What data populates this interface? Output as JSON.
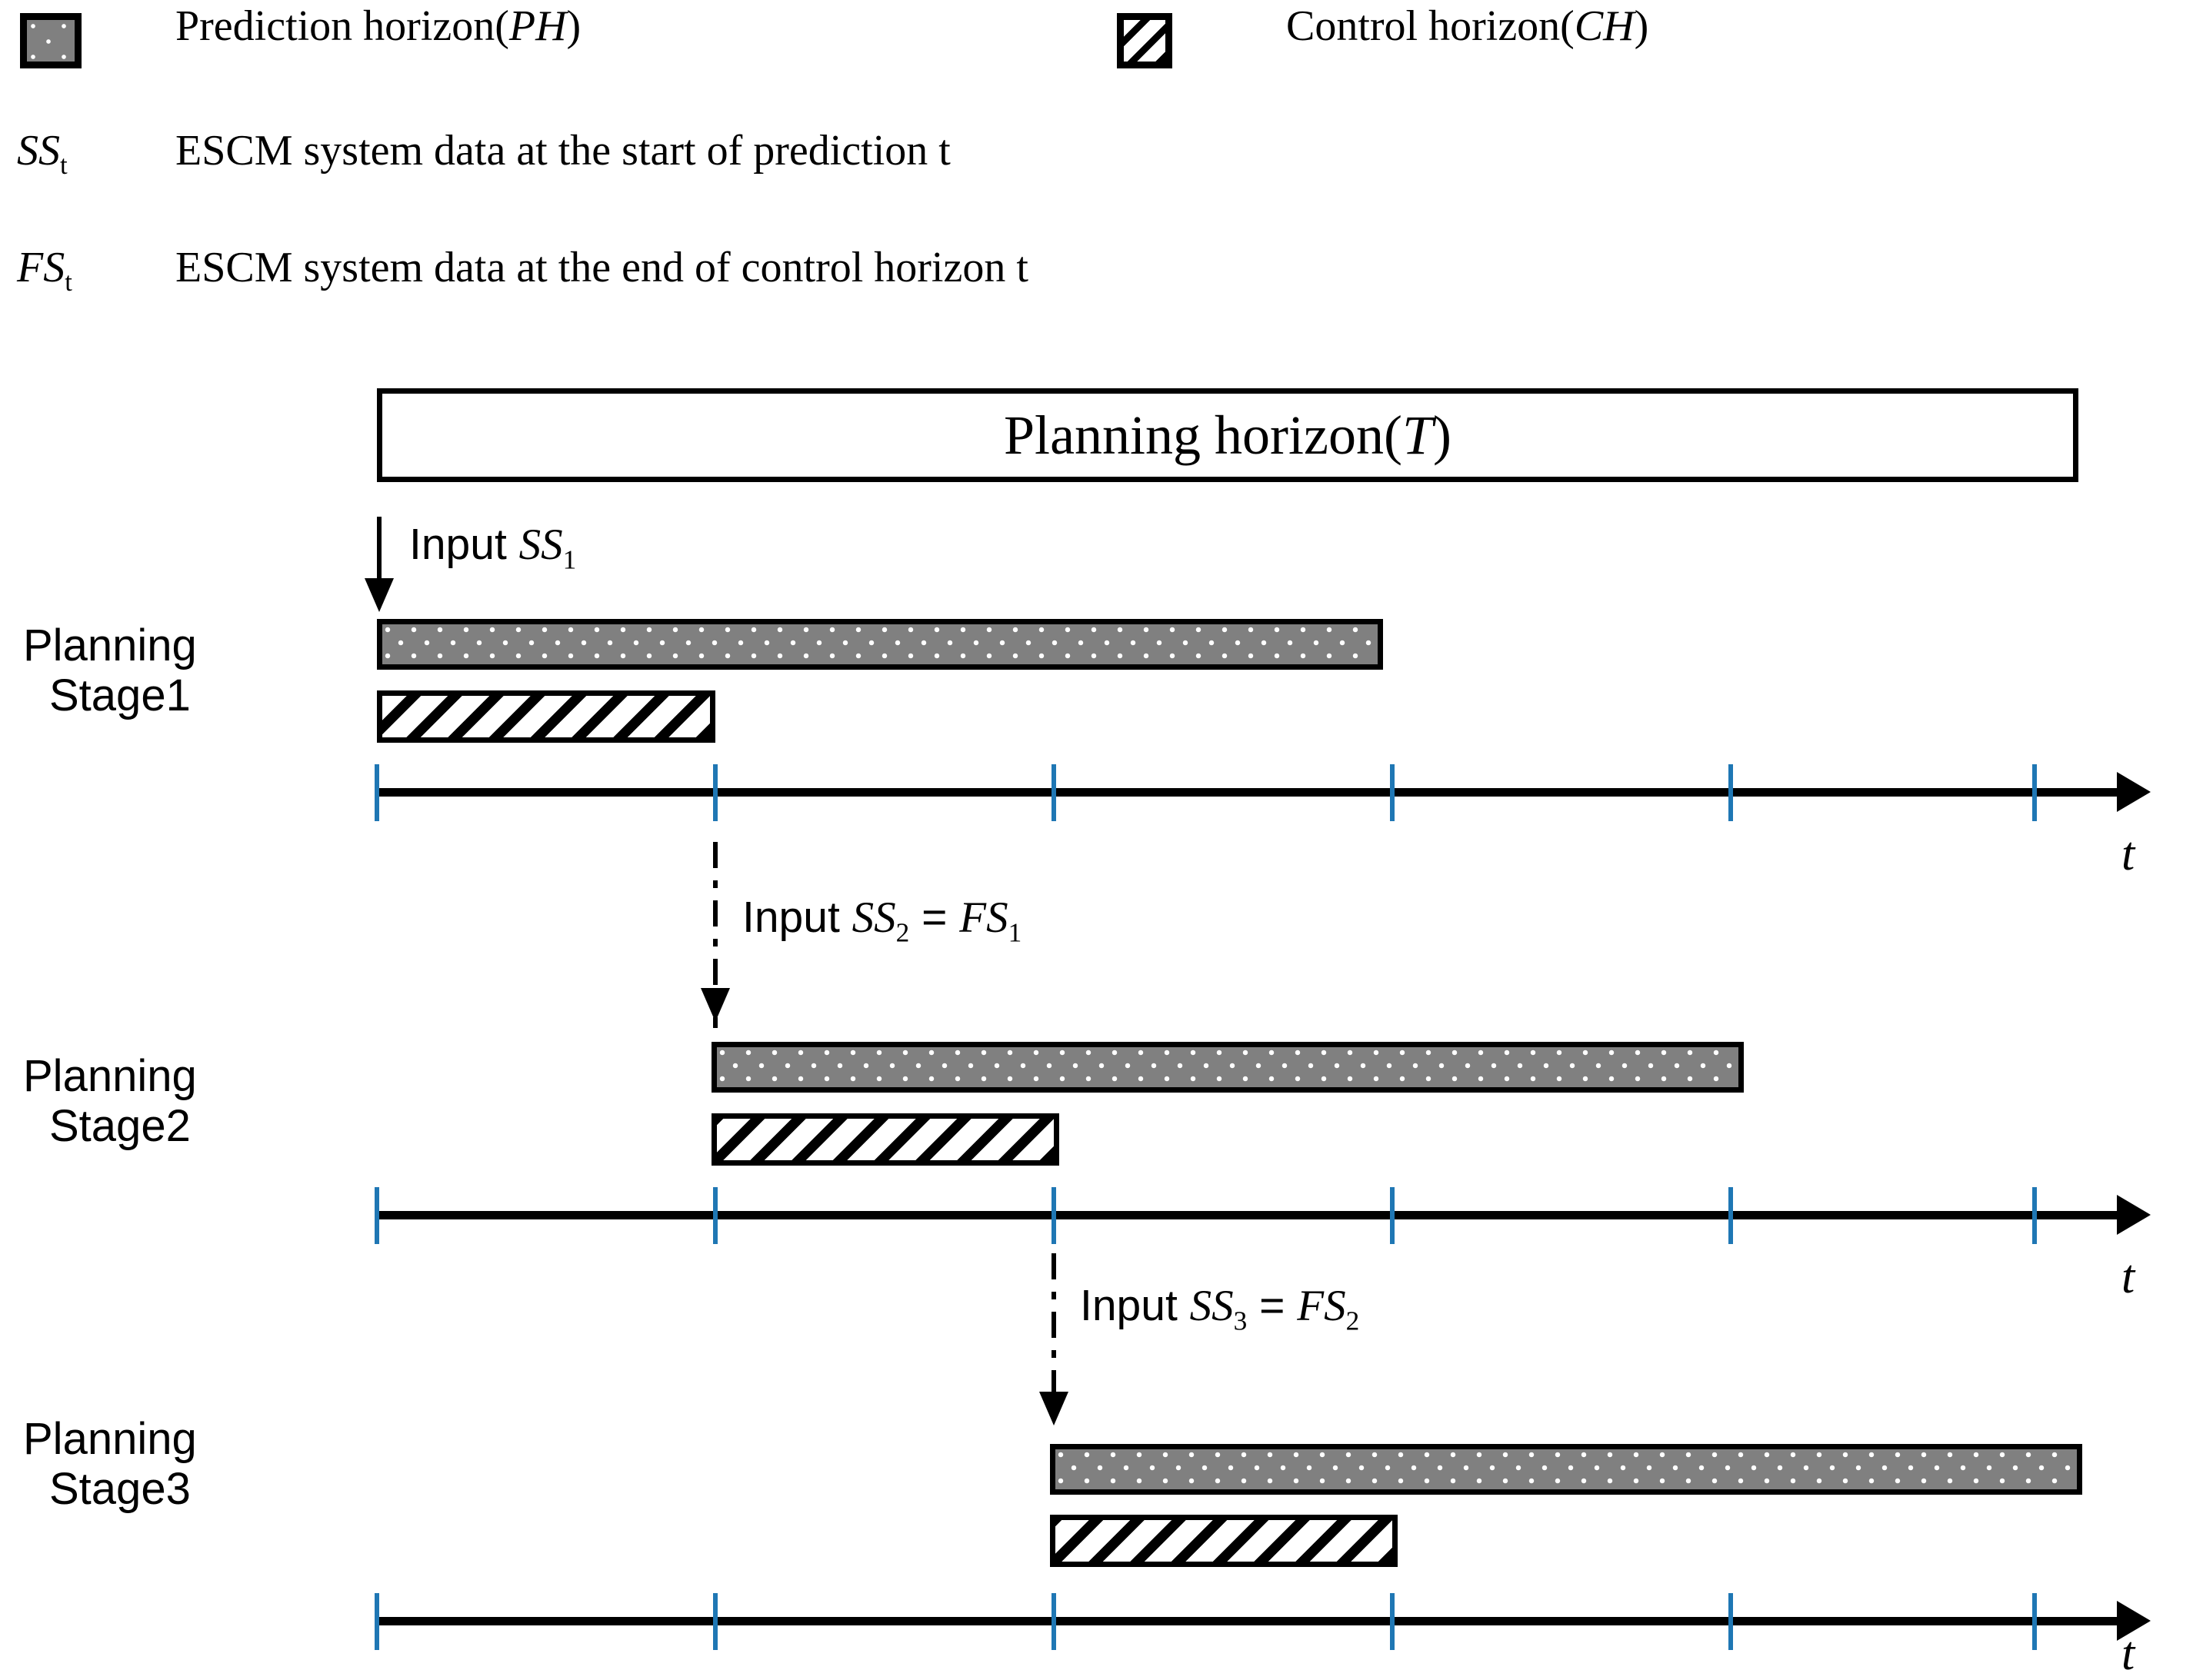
{
  "legend": {
    "items": [
      {
        "swatch": "dotted-gray",
        "text_plain": "Prediction horizon(",
        "text_math": "PH",
        "text_tail": ")"
      },
      {
        "swatch": "diagonal-hatch",
        "text_plain": "Control horizon(",
        "text_math": "CH",
        "text_tail": ")"
      }
    ],
    "definitions": [
      {
        "symbol": "SS",
        "symbol_sub": "t",
        "description": "ESCM system data at the start of prediction  t"
      },
      {
        "symbol": "FS",
        "symbol_sub": "t",
        "description": "ESCM system data at the end of control horizon t"
      }
    ]
  },
  "planning_horizon": {
    "label_plain": "Planning horizon(",
    "label_math": "T",
    "label_tail": ")"
  },
  "axis": {
    "label": "t",
    "tick_count": 6
  },
  "stages": [
    {
      "label_line1": "Planning",
      "label_line2": "Stage1",
      "input_prefix": "Input ",
      "input_math": "SS",
      "input_sub": "1",
      "input_equals": "",
      "input_math2": "",
      "input_sub2": "",
      "arrow_style": "solid",
      "prediction_horizon_bar": "dotted-gray",
      "control_horizon_bar": "diagonal-hatch"
    },
    {
      "label_line1": "Planning",
      "label_line2": "Stage2",
      "input_prefix": "Input ",
      "input_math": "SS",
      "input_sub": "2",
      "input_equals": " = ",
      "input_math2": "FS",
      "input_sub2": "1",
      "arrow_style": "dash-dot",
      "prediction_horizon_bar": "dotted-gray",
      "control_horizon_bar": "diagonal-hatch"
    },
    {
      "label_line1": "Planning",
      "label_line2": "Stage3",
      "input_prefix": "Input ",
      "input_math": "SS",
      "input_sub": "3",
      "input_equals": " = ",
      "input_math2": "FS",
      "input_sub2": "2",
      "arrow_style": "dash-dot",
      "prediction_horizon_bar": "dotted-gray",
      "control_horizon_bar": "diagonal-hatch"
    }
  ],
  "colors": {
    "prediction_horizon_fill": "#808080",
    "tick_blue": "#1f77b4",
    "outline": "#000000",
    "background": "#ffffff"
  }
}
